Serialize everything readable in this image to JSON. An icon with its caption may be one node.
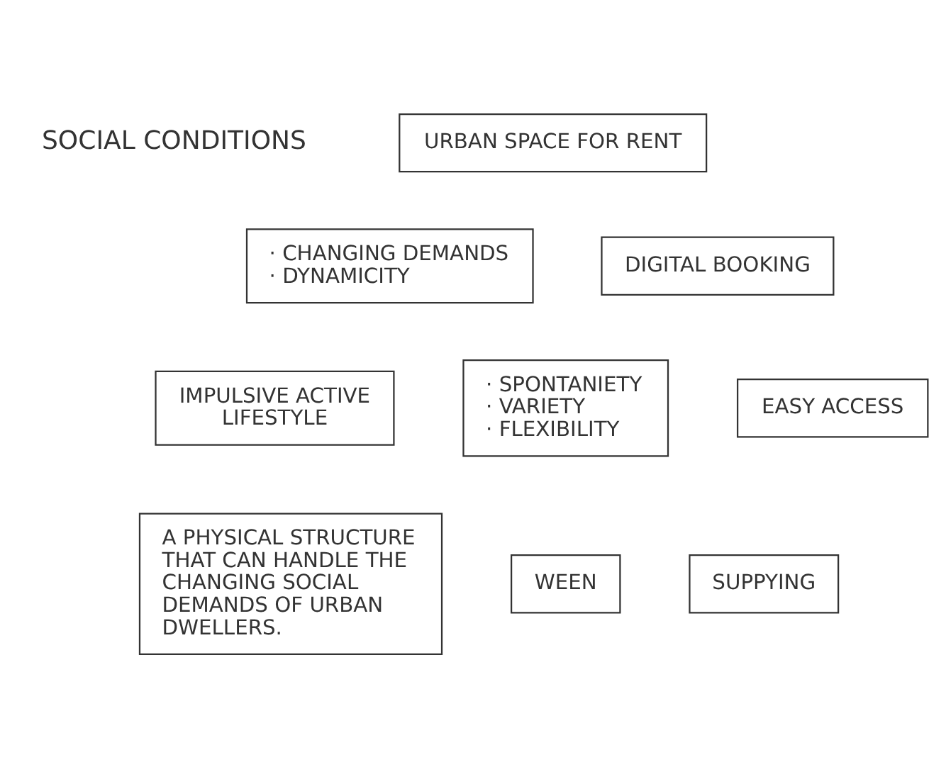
{
  "diagram": {
    "nodes": [
      {
        "text": [
          "URBAN SPACE FOR RENT"
        ]
      },
      {
        "text": [
          "· CHANGING DEMANDS",
          "· DYNAMICITY"
        ]
      },
      {
        "text": [
          "DIGITAL BOOKING"
        ]
      },
      {
        "text": [
          "IMPULSIVE ACTIVE LIFESTYLE"
        ]
      },
      {
        "text": [
          "· SPONTANIETY",
          "· VARIETY",
          "· FLEXIBILITY"
        ]
      },
      {
        "text": [
          "EASY ACCESS"
        ]
      },
      {
        "text": [
          "A PHYSICAL STRUCTURE THAT CAN HANDLE THE CHANGING SOCIAL DEMANDS OF URBAN DWELLERS."
        ]
      },
      {
        "text": [
          "WEEN"
        ]
      },
      {
        "text": [
          "SUPPYING"
        ]
      }
    ],
    "edges": [],
    "labels": [
      "SOCIAL CONDITIONS"
    ]
  }
}
